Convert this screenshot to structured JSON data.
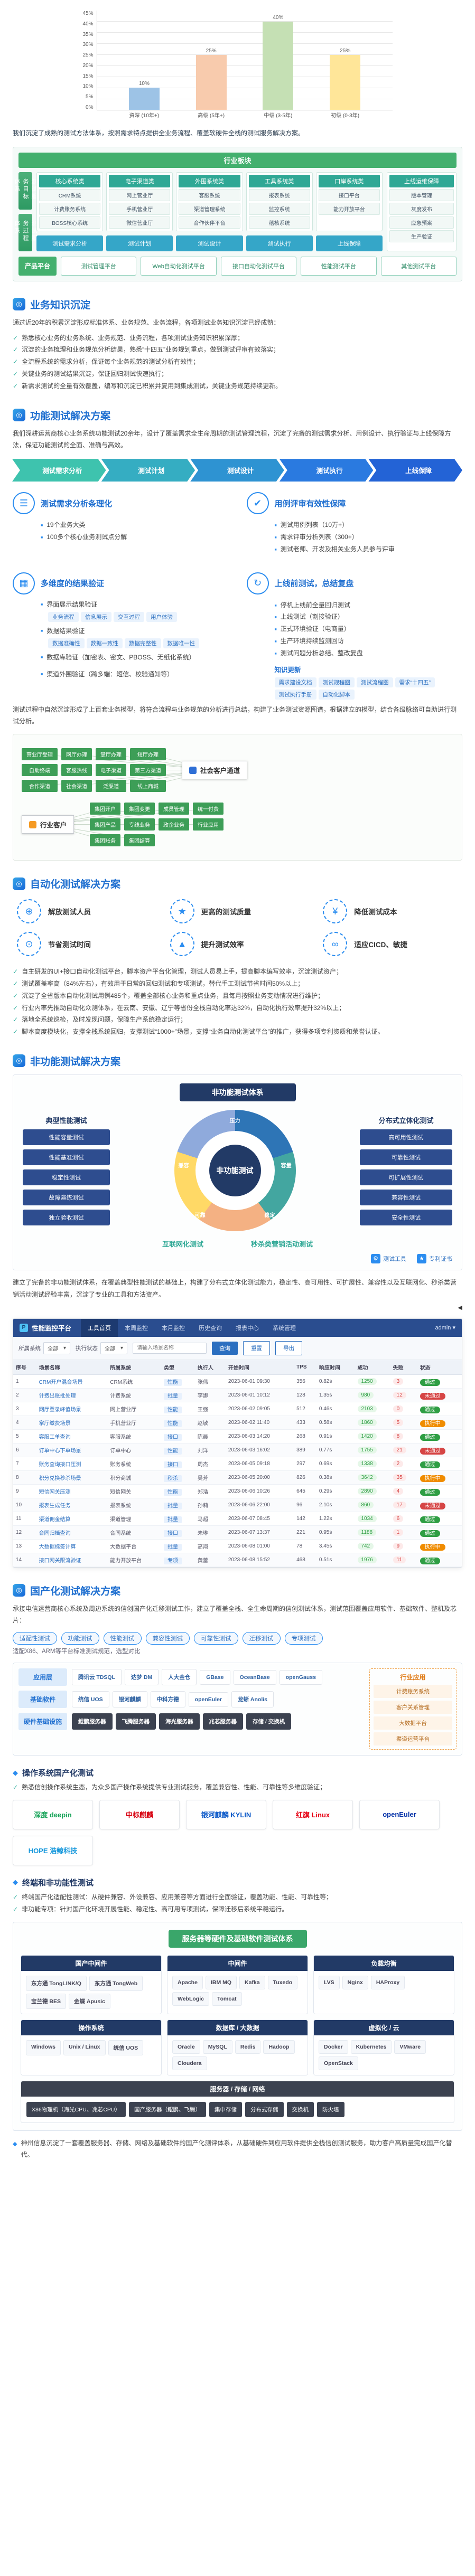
{
  "page": {
    "intro": "我们沉淀了成熟的测试方法体系，按照需求特点提供全业务流程、覆盖软硬件全栈的测试服务解决方案。"
  },
  "chart_data": {
    "type": "bar",
    "title": "",
    "xlabel": "",
    "ylabel": "",
    "categories": [
      "资深 (10年+)",
      "高级 (5年+)",
      "中级 (3-5年)",
      "初级 (0-3年)"
    ],
    "values": [
      10,
      25,
      40,
      25
    ],
    "ylim": [
      0,
      45
    ],
    "yticks": [
      "45%",
      "40%",
      "35%",
      "30%",
      "25%",
      "20%",
      "15%",
      "10%",
      "5%",
      "0%"
    ],
    "grid": true,
    "legend": "none",
    "bars": [
      {
        "category": "资深 (10年+)",
        "value": 10,
        "label": "10%",
        "color": "#9dc3e6"
      },
      {
        "category": "高级 (5年+)",
        "value": 25,
        "label": "25%",
        "color": "#f8cbad"
      },
      {
        "category": "中级 (3-5年)",
        "value": 40,
        "label": "40%",
        "color": "#c5e0b4"
      },
      {
        "category": "初级 (0-3年)",
        "value": 25,
        "label": "25%",
        "color": "#ffe699"
      }
    ]
  },
  "arch": {
    "top_label": "行业板块",
    "left_labels": [
      "测试服务目标体系",
      "测试服务过程体系"
    ],
    "columns": [
      {
        "header": "核心系统类",
        "items": [
          "CRM系统",
          "计费账务系统",
          "BOSS核心系统"
        ]
      },
      {
        "header": "电子渠道类",
        "items": [
          "网上营业厅",
          "手机营业厅",
          "微信营业厅"
        ]
      },
      {
        "header": "外围系统类",
        "items": [
          "客服系统",
          "渠道管理系统",
          "合作伙伴平台"
        ]
      },
      {
        "header": "工具系统类",
        "items": [
          "报表系统",
          "监控系统",
          "稽核系统"
        ]
      },
      {
        "header": "口岸系统类",
        "items": [
          "接口平台",
          "能力开放平台"
        ]
      }
    ],
    "middle_row": [
      "测试需求分析",
      "测试计划",
      "测试设计",
      "测试执行",
      "上线保障"
    ],
    "right_panel": {
      "header": "上线运维保障",
      "items": [
        "版本管理",
        "灰度发布",
        "应急预案",
        "生产验证"
      ]
    },
    "product_row": {
      "label": "产品平台",
      "items": [
        "测试管理平台",
        "Web自动化测试平台",
        "接口自动化测试平台",
        "性能测试平台",
        "其他测试平台"
      ]
    }
  },
  "business": {
    "heading": "业务知识沉淀",
    "intro": "通过近20年的积累沉淀形成标准体系、业务规范、业务流程，各项测试业务知识沉淀已经成熟：",
    "points": [
      "熟悉核心业务的业务系统、业务规范、业务流程，各项测试业务知识积累深厚；",
      "沉淀的业务梳理和业务规范分析结果，熟悉“十四五”业务规划重点，做到测试评审有效落实；",
      "全流程系统的需求分析，保证每个业务规范的测试分析有效性；",
      "关键业务的测试结果沉淀，保证回归测试快速执行；",
      "新需求测试的全量有效覆盖，编写和沉淀已积累并复用到集成测试，关键业务规范持续更新。"
    ]
  },
  "functional": {
    "heading": "功能测试解决方案",
    "intro": "我们深耕运营商核心业务系统功能测试20余年，设计了覆盖需求全生命周期的测试管理流程，沉淀了完备的测试需求分析、用例设计、执行验证与上线保障方法，保证功能测试的全面、准确与高效。",
    "flow": [
      "测试需求分析",
      "测试计划",
      "测试设计",
      "测试执行",
      "上线保障"
    ],
    "features": [
      {
        "title": "测试需求分析条理化",
        "icon": "analysis-icon",
        "bullets": [
          "19个业务大类",
          "100多个核心业务测试点分解"
        ]
      },
      {
        "title": "用例评审有效性保障",
        "icon": "review-icon",
        "bullets": [
          "测试用例列表（10万+）",
          "需求评审分析列表（300+）",
          "测试老师、开发及相关业务人员参与评审"
        ]
      },
      {
        "title": "多维度的结果验证",
        "icon": "multi-verify-icon",
        "groups": [
          {
            "label": "界面展示结果验证",
            "tags": [
              "业务流程",
              "信息展示",
              "交互过程",
              "用户体验"
            ]
          },
          {
            "label": "数据结果验证",
            "tags": [
              "数据准确性",
              "数据一致性",
              "数据完整性",
              "数据唯一性"
            ]
          },
          {
            "label": "数据库验证（加密表、密文、PBOSS、无纸化系统）",
            "tags": []
          },
          {
            "label": "渠道外围验证（跨多端：短信、校验通知等）",
            "tags": []
          }
        ]
      },
      {
        "title": "上线前测试，总结复盘",
        "icon": "retro-icon",
        "bullets": [
          "停机上线前全量回归测试",
          "上线测试（割接验证）",
          "正式环境验证（电商量）",
          "生产环境持续监测回访",
          "测试问题分析总结、整改复盘"
        ],
        "sub_label": "知识更新",
        "docs": [
          "需求建设文档",
          "测试规程图",
          "测试流程图",
          "需求“十四五”",
          "测试执行手册",
          "自动化脚本"
        ]
      }
    ]
  },
  "mindmap": {
    "intro": "测试过程中自然沉淀形成了上百套业务模型，将符合流程与业务规范的分析进行总结，构建了业务测试资源图谱，根据建立的模型，结合各级脉络可自助进行测试分析。",
    "hubs": [
      {
        "label": "社会客户通道",
        "color": "#2f6fd6",
        "leaves": [
          "营业厅受理",
          "网厅办理",
          "掌厅办理",
          "短厅办理",
          "自助终端",
          "客服热线",
          "电子渠道",
          "第三方渠道",
          "合作渠道",
          "社会渠道",
          "泛渠道",
          "线上商城"
        ]
      },
      {
        "label": "行业客户",
        "color": "#f59a23",
        "leaves": [
          "集团开户",
          "集团变更",
          "成员管理",
          "统一付费",
          "集团产品",
          "专线业务",
          "政企业务",
          "行业应用",
          "集团账务",
          "集团结算"
        ]
      }
    ]
  },
  "automation": {
    "heading": "自动化测试解决方案",
    "benefits": [
      {
        "label": "解放测试人员",
        "icon": "people-icon"
      },
      {
        "label": "更高的测试质量",
        "icon": "quality-icon"
      },
      {
        "label": "降低测试成本",
        "icon": "cost-icon"
      },
      {
        "label": "节省测试时间",
        "icon": "time-icon"
      },
      {
        "label": "提升测试效率",
        "icon": "efficiency-icon"
      },
      {
        "label": "适应CICD、敏捷",
        "icon": "cicd-icon"
      }
    ],
    "points": [
      "自主研发的UI+接口自动化测试平台，脚本资产平台化管理，测试人员易上手，提高脚本编写效率，沉淀测试资产；",
      "测试覆盖率高（84%左右），有效用于日常的回归测试和专项测试，替代手工测试节省时间50%以上；",
      "沉淀了全省版本自动化测试用例485个，覆盖全部核心业务和重点业务，且每月按照业务变动情况进行维护；",
      "行业内率先推动自动化众测体系，在云南、安徽、辽宁等省份全栈自动化率达32%，自动化执行效率提升32%以上；",
      "落地全系统巡检，及时发现问题，保障生产系统稳定运行；",
      "脚本高度模块化，支撑全栈系统回归，支撑测试“1000+”场景，支撑“业务自动化测试平台”的推广，获得多项专利资质和荣誉认证。"
    ]
  },
  "nonfunctional": {
    "heading": "非功能测试解决方案",
    "diagram_title": "非功能测试体系",
    "center": "非功能测试",
    "ring": [
      "压力",
      "容量",
      "稳定",
      "可靠",
      "兼容"
    ],
    "ring_colors": [
      "#2e75b6",
      "#43a6a0",
      "#f4b183",
      "#ffd966",
      "#8faadc"
    ],
    "left_header": "典型性能测试",
    "right_header": "分布式立体化测试",
    "left_items": [
      "性能容量测试",
      "性能基准测试",
      "稳定性测试",
      "故障演练测试",
      "独立验收测试"
    ],
    "right_items": [
      "高可用性测试",
      "可靠性测试",
      "可扩展性测试",
      "兼容性测试",
      "安全性测试"
    ],
    "bottom_headers": [
      "互联网化测试",
      "秒杀类营销活动测试"
    ],
    "legend": [
      {
        "label": "测试工具",
        "icon": "tool-icon"
      },
      {
        "label": "专利证书",
        "icon": "patent-icon"
      }
    ],
    "summary": "建立了完备的非功能测试体系，在覆盖典型性能测试的基础上，构建了分布式立体化测试能力，稳定性、高可用性、可扩展性、兼容性以及互联网化、秒杀类营销活动测试经验丰富，沉淀了专业的工具和方法资产。"
  },
  "platform_ui": {
    "brand": "性能监控平台",
    "brand_initial": "P",
    "nav_tabs": [
      "工具首页",
      "本周监控",
      "本月监控",
      "历史查询",
      "报表中心",
      "系统管理"
    ],
    "user": "admin ▾",
    "collapse_icon_label": "◀",
    "filters": {
      "system_label": "所属系统",
      "system_value": "全部",
      "status_label": "执行状态",
      "status_value": "全部",
      "keyword_placeholder": "请输入场景名称",
      "search": "查询",
      "reset": "重置",
      "export": "导出"
    },
    "columns": [
      "序号",
      "场景名称",
      "所属系统",
      "类型",
      "执行人",
      "开始时间",
      "TPS",
      "响应时间",
      "成功",
      "失败",
      "状态"
    ],
    "rows": [
      {
        "no": "1",
        "name": "CRM开户混合场景",
        "system": "CRM系统",
        "type": "性能",
        "owner": "张伟",
        "time": "2023-06-01 09:30",
        "tps": "356",
        "rt": "0.82s",
        "ok": "1250",
        "fail": "3",
        "status": "通过",
        "status_color": "green"
      },
      {
        "no": "2",
        "name": "计费出账批处理",
        "system": "计费系统",
        "type": "批量",
        "owner": "李娜",
        "time": "2023-06-01 10:12",
        "tps": "128",
        "rt": "1.35s",
        "ok": "980",
        "fail": "12",
        "status": "未通过",
        "status_color": "red"
      },
      {
        "no": "3",
        "name": "网厅登录峰值场景",
        "system": "网上营业厅",
        "type": "性能",
        "owner": "王强",
        "time": "2023-06-02 09:05",
        "tps": "512",
        "rt": "0.46s",
        "ok": "2103",
        "fail": "0",
        "status": "通过",
        "status_color": "green"
      },
      {
        "no": "4",
        "name": "掌厅缴费场景",
        "system": "手机营业厅",
        "type": "性能",
        "owner": "赵敏",
        "time": "2023-06-02 11:40",
        "tps": "433",
        "rt": "0.58s",
        "ok": "1860",
        "fail": "5",
        "status": "执行中",
        "status_color": "orange"
      },
      {
        "no": "5",
        "name": "客服工单查询",
        "system": "客服系统",
        "type": "接口",
        "owner": "陈晨",
        "time": "2023-06-03 14:20",
        "tps": "268",
        "rt": "0.91s",
        "ok": "1420",
        "fail": "8",
        "status": "通过",
        "status_color": "green"
      },
      {
        "no": "6",
        "name": "订单中心下单场景",
        "system": "订单中心",
        "type": "性能",
        "owner": "刘洋",
        "time": "2023-06-03 16:02",
        "tps": "389",
        "rt": "0.77s",
        "ok": "1755",
        "fail": "21",
        "status": "未通过",
        "status_color": "red"
      },
      {
        "no": "7",
        "name": "账务查询接口压测",
        "system": "账务系统",
        "type": "接口",
        "owner": "周杰",
        "time": "2023-06-05 09:18",
        "tps": "297",
        "rt": "0.69s",
        "ok": "1338",
        "fail": "2",
        "status": "通过",
        "status_color": "green"
      },
      {
        "no": "8",
        "name": "积分兑换秒杀场景",
        "system": "积分商城",
        "type": "秒杀",
        "owner": "吴芳",
        "time": "2023-06-05 20:00",
        "tps": "826",
        "rt": "0.38s",
        "ok": "3642",
        "fail": "35",
        "status": "执行中",
        "status_color": "orange"
      },
      {
        "no": "9",
        "name": "短信网关压测",
        "system": "短信网关",
        "type": "性能",
        "owner": "郑浩",
        "time": "2023-06-06 10:26",
        "tps": "645",
        "rt": "0.29s",
        "ok": "2890",
        "fail": "4",
        "status": "通过",
        "status_color": "green"
      },
      {
        "no": "10",
        "name": "报表生成任务",
        "system": "报表系统",
        "type": "批量",
        "owner": "孙莉",
        "time": "2023-06-06 22:00",
        "tps": "96",
        "rt": "2.10s",
        "ok": "860",
        "fail": "17",
        "status": "未通过",
        "status_color": "red"
      },
      {
        "no": "11",
        "name": "渠道佣金结算",
        "system": "渠道管理",
        "type": "批量",
        "owner": "马超",
        "time": "2023-06-07 08:45",
        "tps": "142",
        "rt": "1.22s",
        "ok": "1034",
        "fail": "6",
        "status": "通过",
        "status_color": "green"
      },
      {
        "no": "12",
        "name": "合同归档查询",
        "system": "合同系统",
        "type": "接口",
        "owner": "朱琳",
        "time": "2023-06-07 13:37",
        "tps": "221",
        "rt": "0.95s",
        "ok": "1188",
        "fail": "1",
        "status": "通过",
        "status_color": "green"
      },
      {
        "no": "13",
        "name": "大数据标签计算",
        "system": "大数据平台",
        "type": "批量",
        "owner": "高翔",
        "time": "2023-06-08 01:00",
        "tps": "78",
        "rt": "3.45s",
        "ok": "742",
        "fail": "9",
        "status": "执行中",
        "status_color": "orange"
      },
      {
        "no": "14",
        "name": "接口网关限流验证",
        "system": "能力开放平台",
        "type": "专项",
        "owner": "黄蕾",
        "time": "2023-06-08 15:52",
        "tps": "468",
        "rt": "0.51s",
        "ok": "1976",
        "fail": "11",
        "status": "通过",
        "status_color": "green"
      }
    ]
  },
  "xinchuang": {
    "heading": "国产化测试解决方案",
    "intro": "承接电信运营商核心系统及周边系统的信创国产化迁移测试工作，建立了覆盖全栈、全生命周期的信创测试体系，测试范围覆盖应用软件、基础软件、整机及芯片：",
    "chips": [
      "适配性测试",
      "功能测试",
      "性能测试",
      "兼容性测试",
      "可靠性测试",
      "迁移测试",
      "专项测试"
    ],
    "chips_note": "适配X86、ARM等平台标准测试规范，选型对比",
    "stack": {
      "rows": [
        {
          "label": "应用层",
          "logos": [
            "腾讯云 TDSQL",
            "达梦 DM",
            "人大金仓",
            "GBase",
            "OceanBase",
            "openGauss"
          ]
        },
        {
          "label": "基础软件",
          "logos": [
            "统信 UOS",
            "银河麒麟",
            "中科方德",
            "openEuler",
            "龙蜥 Anolis"
          ]
        },
        {
          "label": "硬件基础设施",
          "logos": [
            "鲲鹏服务器",
            "飞腾服务器",
            "海光服务器",
            "兆芯服务器",
            "存储 / 交换机"
          ]
        }
      ],
      "side_panel": {
        "header": "行业应用",
        "items": [
          "计费账务系统",
          "客户关系管理",
          "大数据平台",
          "渠道运营平台"
        ]
      }
    },
    "os_section": {
      "title": "操作系统国产化测试",
      "desc": "熟悉信创操作系统生态，为众多国产操作系统提供专业测试服务，覆盖兼容性、性能、可靠性等多维度验证；",
      "logos": [
        {
          "name": "深度 deepin",
          "color": "#15a357"
        },
        {
          "name": "中标麒麟",
          "color": "#d7000f"
        },
        {
          "name": "银河麒麟 KYLIN",
          "color": "#0a58c8"
        },
        {
          "name": "红旗 Linux",
          "color": "#e60012"
        },
        {
          "name": "openEuler",
          "color": "#002fa7"
        },
        {
          "name": "HOPE 浩鲸科技",
          "color": "#1296db"
        }
      ]
    },
    "terminal_section": {
      "title": "终端和非功能性测试",
      "points": [
        "终端国产化适配性测试：从硬件兼容、外设兼容、应用兼容等方面进行全面验证，覆盖功能、性能、可靠性等；",
        "非功能专项：针对国产化环境开展性能、稳定性、高可用专项测试，保障迁移后系统平稳运行。"
      ]
    },
    "matrix": {
      "title": "服务器等硬件及基础软件测试体系",
      "groups": [
        {
          "header": "国产中间件",
          "items": [
            "东方通 TongLINK/Q",
            "东方通 TongWeb",
            "宝兰德 BES",
            "金蝶 Apusic"
          ]
        },
        {
          "header": "中间件",
          "items": [
            "Apache",
            "IBM MQ",
            "Kafka",
            "Tuxedo",
            "WebLogic",
            "Tomcat"
          ]
        },
        {
          "header": "负载均衡",
          "items": [
            "LVS",
            "Nginx",
            "HAProxy"
          ]
        },
        {
          "header": "操作系统",
          "items": [
            "Windows",
            "Unix / Linux",
            "统信 UOS"
          ]
        },
        {
          "header": "数据库 / 大数据",
          "items": [
            "Oracle",
            "MySQL",
            "Redis",
            "Hadoop",
            "Cloudera"
          ]
        },
        {
          "header": "虚拟化 / 云",
          "items": [
            "Docker",
            "Kubernetes",
            "VMware",
            "OpenStack"
          ]
        }
      ],
      "hardware_row": {
        "header": "服务器 / 存储 / 网络",
        "items": [
          "X86物理机（海光CPU、兆芯CPU）",
          "国产服务器（鲲鹏、飞腾）",
          "集中存储",
          "分布式存储",
          "交换机",
          "防火墙"
        ]
      }
    },
    "closing": "神州信息沉淀了一套覆盖服务器、存储、网络及基础软件的国产化测评体系，从基础硬件到应用软件提供全栈信创测试服务，助力客户高质量完成国产化替代。"
  }
}
